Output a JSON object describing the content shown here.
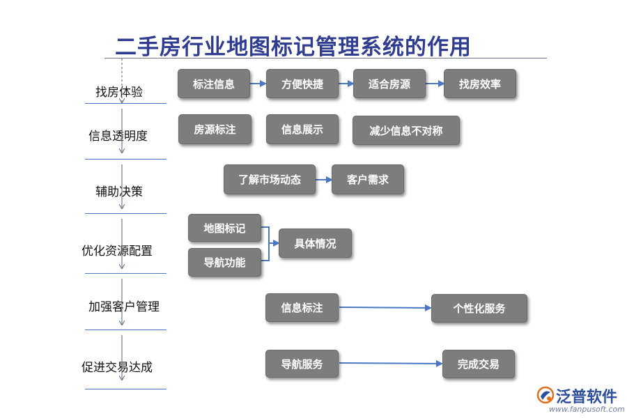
{
  "title": "二手房行业地图标记管理系统的作用",
  "rows": [
    {
      "label": "找房体验"
    },
    {
      "label": "信息透明度"
    },
    {
      "label": "辅助决策"
    },
    {
      "label": "优化资源配置"
    },
    {
      "label": "加强客户管理"
    },
    {
      "label": "促进交易达成"
    }
  ],
  "boxes": {
    "biaozhu_xinxi": "标注信息",
    "fangbian_kuaijie": "方便快捷",
    "shihe_fangyuan": "适合房源",
    "zhaofang_xiaolv": "找房效率",
    "fangyuan_biaozhu": "房源标注",
    "xinxi_zhanshi": "信息展示",
    "jianshao_xinxi": "减少信息不对称",
    "liaojie_shichang": "了解市场动态",
    "kehu_xuqiu": "客户需求",
    "ditu_biaoji": "地图标记",
    "daohang_gongneng": "导航功能",
    "juti_qingkuang": "具体情况",
    "xinxi_biaozhu": "信息标注",
    "gexinghua_fuwu": "个性化服务",
    "daohang_fuwu": "导航服务",
    "wancheng_jiaoyi": "完成交易"
  },
  "logo": {
    "brand": "泛普软件",
    "url": "www.fanpusoft.com",
    "icon": "fanpu-logo-icon"
  },
  "colors": {
    "title": "#2f3c8f",
    "box": "#7d7d7d",
    "arrow": "#4a78c2"
  }
}
